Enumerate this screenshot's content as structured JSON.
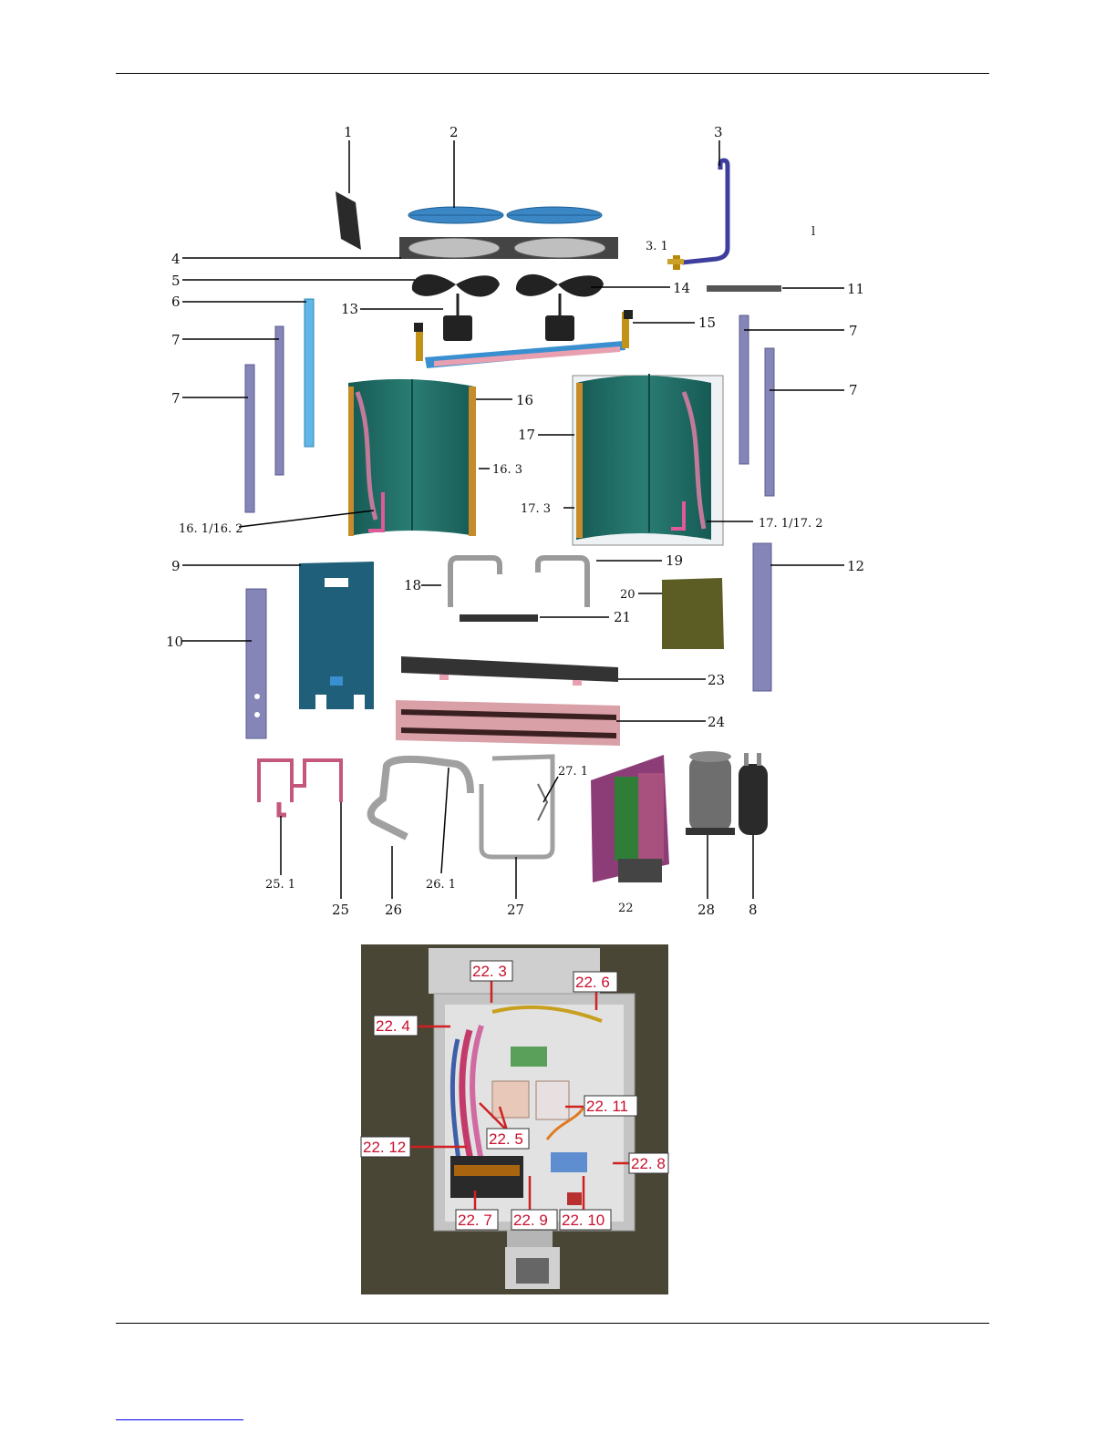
{
  "parts": {
    "p1": "1",
    "p2": "2",
    "p3": "3",
    "p3_1": "3. 1",
    "p_l": "l",
    "p4": "4",
    "p5": "5",
    "p6": "6",
    "p7a": "7",
    "p7b": "7",
    "p7c": "7",
    "p7d": "7",
    "p8": "8",
    "p9": "9",
    "p10": "10",
    "p11": "11",
    "p12": "12",
    "p13": "13",
    "p14": "14",
    "p15": "15",
    "p16": "16",
    "p16_3": "16. 3",
    "p16_1_2": "16. 1/16. 2",
    "p17": "17",
    "p17_3": "17. 3",
    "p17_1_2": "17. 1/17. 2",
    "p18": "18",
    "p19": "19",
    "p20": "20",
    "p21": "21",
    "p22": "22",
    "p23": "23",
    "p24": "24",
    "p25": "25",
    "p25_1": "25. 1",
    "p26": "26",
    "p26_1": "26. 1",
    "p27": "27",
    "p27_1": "27. 1",
    "p28": "28"
  },
  "electric_box": {
    "t22_3": "22. 3",
    "t22_4": "22. 4",
    "t22_5": "22. 5",
    "t22_6": "22. 6",
    "t22_7": "22. 7",
    "t22_8": "22. 8",
    "t22_9": "22. 9",
    "t22_10": "22. 10",
    "t22_11": "22. 11",
    "t22_12": "22. 12"
  },
  "colors": {
    "coil": "#1f6b64",
    "panel": "#1f5f7a",
    "post": "#8a8ab5",
    "tag_red": "#c8102e"
  }
}
